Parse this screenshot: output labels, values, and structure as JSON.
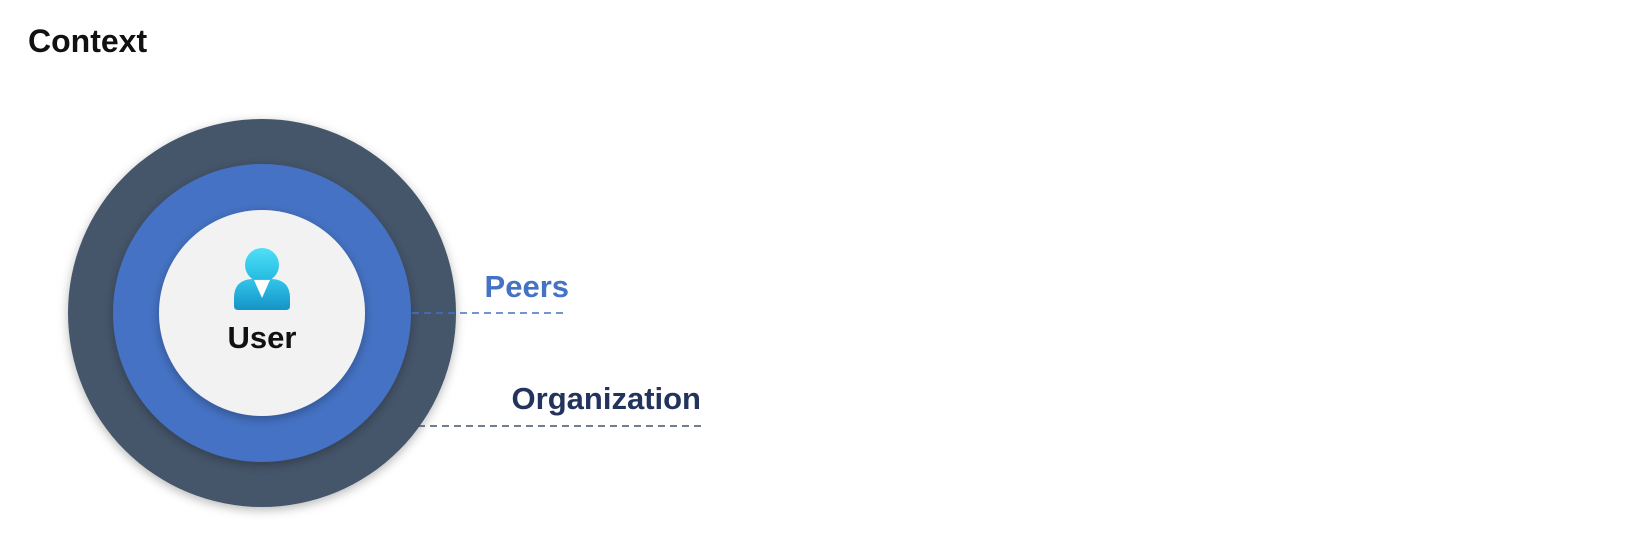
{
  "title": "Context",
  "center": {
    "label": "User",
    "icon": "user-icon"
  },
  "rings": [
    {
      "label": "Peers",
      "color": "#4472c4",
      "label_color": "#4472c4"
    },
    {
      "label": "Organization",
      "color": "#44546a",
      "label_color": "#22335c"
    }
  ],
  "colors": {
    "center_fill": "#f2f2f2",
    "icon_head": "#3ad3f0",
    "icon_body": "#1fa8d6",
    "icon_collar": "#ffffff"
  }
}
